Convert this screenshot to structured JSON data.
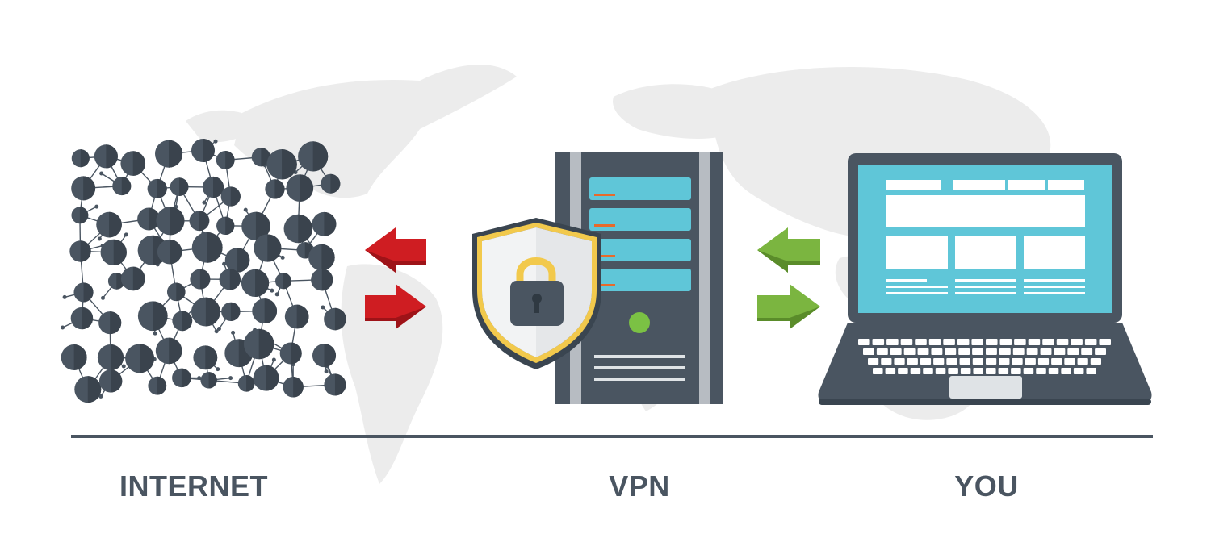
{
  "labels": {
    "internet": "INTERNET",
    "vpn": "VPN",
    "you": "YOU"
  },
  "colors": {
    "dark": "#4a5561",
    "map": "#e8e8e8",
    "screen": "#5fc6d8",
    "red_arrow": "#cf1d22",
    "green_arrow": "#7bb540",
    "shield_border": "#f2c94c",
    "server_led": "#7bc144"
  },
  "icons": {
    "internet": "network-nodes-icon",
    "vpn": "shield-lock-server-icon",
    "you": "laptop-icon",
    "internet_arrows": "bidirectional-red-arrows",
    "you_arrows": "bidirectional-green-arrows"
  }
}
